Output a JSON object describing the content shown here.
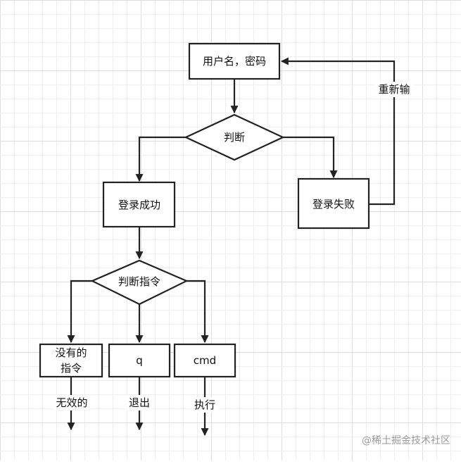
{
  "flowchart": {
    "nodes": {
      "credentials": "用户名，密码",
      "decision_main": "判断",
      "login_success": "登录成功",
      "login_fail": "登录失败",
      "decision_command": "判断指令",
      "invalid_line1": "没有的",
      "invalid_line2": "指令",
      "quit": "q",
      "cmd": "cmd"
    },
    "edge_labels": {
      "retry": "重新输",
      "invalid_result": "无效的",
      "quit_result": "退出",
      "cmd_result": "执行"
    }
  },
  "watermark": "@稀土掘金技术社区",
  "colors": {
    "stroke": "#222222",
    "grid_minor": "#eeeeee",
    "grid_major": "#dddddd",
    "background": "#ffffff"
  }
}
